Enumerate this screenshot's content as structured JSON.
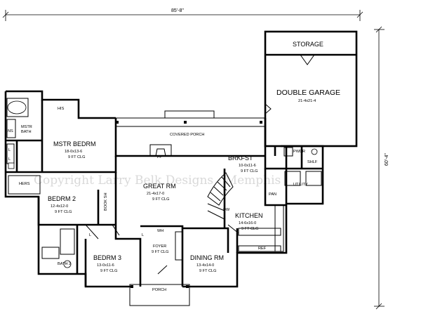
{
  "dimensions": {
    "width": "85'-8\"",
    "depth": "60'-4\""
  },
  "watermark": "Copyright Larry Belk Designs - Memphis",
  "rooms": {
    "storage": {
      "name": "STORAGE"
    },
    "garage": {
      "name": "DOUBLE GARAGE",
      "size": "21-4x21-4"
    },
    "master_bedroom": {
      "name": "MSTR BEDRM",
      "size": "18-0x13-6",
      "ceiling": "9 FT CLG"
    },
    "master_bath": {
      "name": "MSTR",
      "name2": "BATH"
    },
    "his": {
      "name": "HIS"
    },
    "hers": {
      "name": "HERS"
    },
    "covered_porch": {
      "name": "COVERED PORCH"
    },
    "fireplace": {
      "name": "FP"
    },
    "great_room": {
      "name": "GREAT RM",
      "size": "21-4x17-0",
      "ceiling": "9 FT CLG"
    },
    "breakfast": {
      "name": "BRKFST",
      "size": "10-0x11-6",
      "ceiling": "9 FT CLG"
    },
    "powder": {
      "name": "PWDR"
    },
    "shelf": {
      "name": "SHLF"
    },
    "utility": {
      "name": "UTILITY"
    },
    "pantry": {
      "name": "PAN"
    },
    "kitchen": {
      "name": "KITCHEN",
      "size": "14-6x16-0",
      "ceiling": "9 FT CLG"
    },
    "bedroom2": {
      "name": "BEDRM 2",
      "size": "12-4x12-0",
      "ceiling": "9 FT CLG"
    },
    "bedroom3": {
      "name": "BEDRM 3",
      "size": "13-0x11-6",
      "ceiling": "9 FT CLG"
    },
    "bath2": {
      "name": "BATH 2"
    },
    "foyer": {
      "name": "FOYER",
      "ceiling": "9 FT CLG"
    },
    "dining": {
      "name": "DINING RM",
      "size": "13-4x14-0",
      "ceiling": "9 FT CLG"
    },
    "porch": {
      "name": "PORCH"
    }
  },
  "small_labels": {
    "book_shelves": "BOOK SH",
    "closet_l1": "L",
    "closet_l2": "L",
    "closet_l3": "L",
    "closet_l4": "L",
    "ns": "NS",
    "wh": "WH",
    "dw": "DW",
    "ref": "REF"
  }
}
